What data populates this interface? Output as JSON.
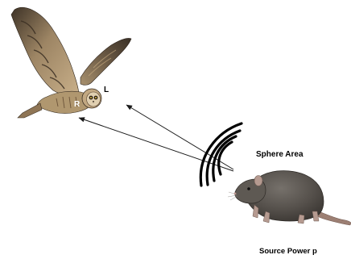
{
  "labels": {
    "left_ear": "L",
    "right_ear": "R",
    "sphere_area": "Sphere Area",
    "source_power": "Source Power p"
  },
  "figure": {
    "subjects": [
      "owl",
      "rat"
    ],
    "arrow_color": "#1a1a1a",
    "wave_color": "#000000",
    "owl_plumage": "#b89a72",
    "rat_fur": "#5a5550"
  }
}
